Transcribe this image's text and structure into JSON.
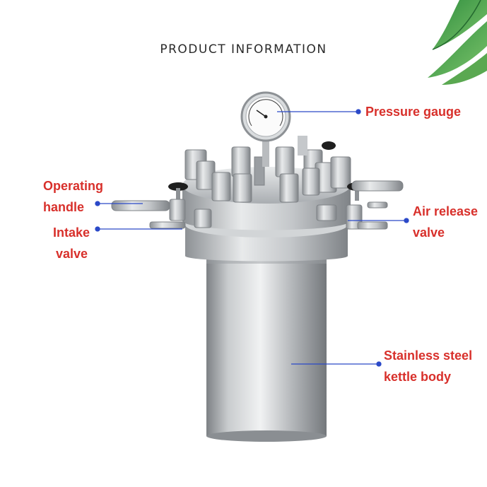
{
  "title": "PRODUCT INFORMATION",
  "labels": {
    "pressure_gauge": "Pressure gauge",
    "operating_handle": [
      "Operating",
      "handle"
    ],
    "intake_valve": [
      "Intake",
      "valve"
    ],
    "air_release_valve": [
      "Air release",
      "valve"
    ],
    "kettle_body": [
      "Stainless steel",
      "kettle body"
    ]
  },
  "colors": {
    "label_text": "#d8302b",
    "leader_line": "#2b49c8",
    "steel_light": "#e4e6e8",
    "steel_dark": "#8a8e92"
  },
  "icons": [
    "palm-leaf-icon",
    "gauge-icon"
  ]
}
